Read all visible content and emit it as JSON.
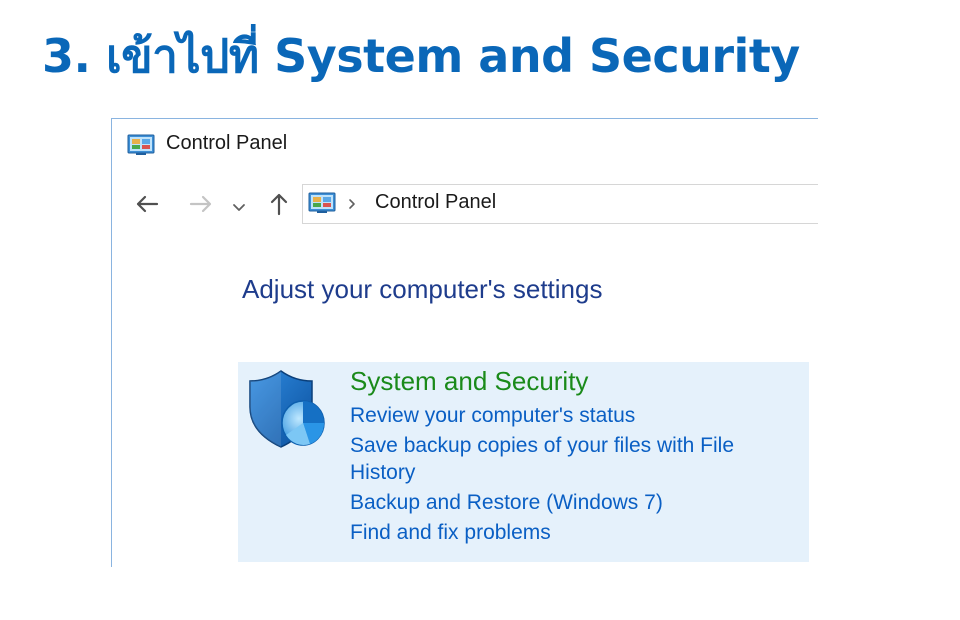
{
  "slide": {
    "heading": "3. เข้าไปที่ System and Security"
  },
  "window": {
    "title": "Control Panel",
    "breadcrumb": "Control Panel",
    "icons": {
      "app": "control-panel-icon",
      "back": "arrow-left-icon",
      "forward": "arrow-right-icon",
      "recent": "chevron-down-icon",
      "up": "arrow-up-icon",
      "separator": "chevron-right-icon"
    }
  },
  "main": {
    "heading": "Adjust your computer's settings",
    "category": {
      "title": "System and Security",
      "icon": "shield-icon",
      "links": [
        "Review your computer's status",
        "Save backup copies of your files with File History",
        "Backup and Restore (Windows 7)",
        "Find and fix problems"
      ]
    }
  },
  "colors": {
    "heading": "#0a67b8",
    "category_title": "#1a8a1a",
    "link": "#0a5fc4",
    "category_bg": "#e5f1fb",
    "adjust_heading": "#1e3c8c"
  }
}
